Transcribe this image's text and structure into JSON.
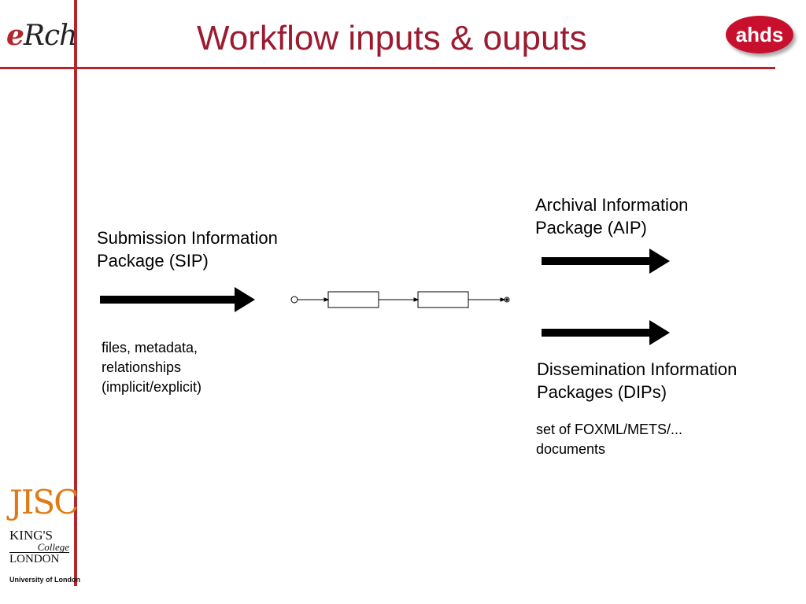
{
  "header": {
    "title": "Workflow inputs & ouputs",
    "logo_left": {
      "e": "e",
      "rest": "Rch"
    },
    "logo_right": "ahds"
  },
  "footer_logos": {
    "jisc": "JISC",
    "kings_line1": "KING'S",
    "kings_line2": "College",
    "kings_line3": "LONDON",
    "kings_caption": "University of London"
  },
  "sip": {
    "title_line1": "Submission Information",
    "title_line2": "Package (SIP)",
    "desc_line1": "files, metadata,",
    "desc_line2": "relationships",
    "desc_line3": "(implicit/explicit)"
  },
  "aip": {
    "title_line1": "Archival Information",
    "title_line2": "Package (AIP)"
  },
  "dip": {
    "title_line1": "Dissemination Information",
    "title_line2": "Packages (DIPs)",
    "desc_line1": "set of FOXML/METS/...",
    "desc_line2": "documents"
  },
  "colors": {
    "accent": "#b3262d",
    "title": "#9b1b30",
    "ahds": "#c8102e",
    "jisc": "#e07a17"
  }
}
